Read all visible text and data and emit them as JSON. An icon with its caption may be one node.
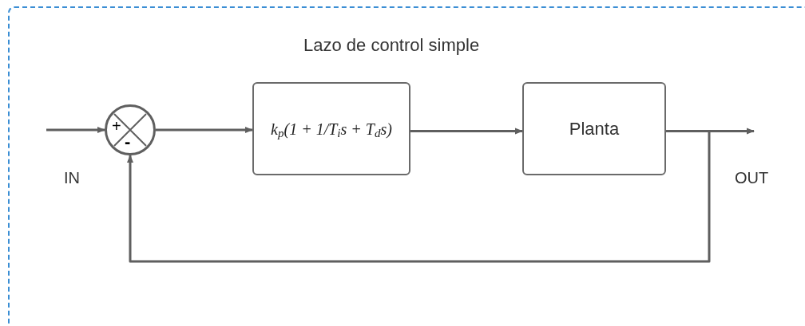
{
  "diagram": {
    "nodes": [
      {
        "text": [
          "Lazo de control simple"
        ]
      },
      {
        "text": [
          "+",
          "-"
        ],
        "in": 0
      },
      {
        "text": [
          "k$_{p}$(1 + 1/T$_{i}$s + T$_{d}$s)"
        ],
        "in": 0
      },
      {
        "text": [
          "Planta"
        ],
        "in": 0
      }
    ],
    "edges": [
      {
        "from": null,
        "to": 1,
        "arrow": "to"
      },
      {
        "from": 1,
        "to": 2,
        "arrow": "to"
      },
      {
        "from": 2,
        "to": 3,
        "arrow": "to"
      },
      {
        "from": 3,
        "to": null,
        "arrow": "to"
      },
      {
        "from": 3,
        "to": 1,
        "arrow": "to"
      }
    ],
    "labels": [
      "IN",
      "OUT"
    ]
  }
}
